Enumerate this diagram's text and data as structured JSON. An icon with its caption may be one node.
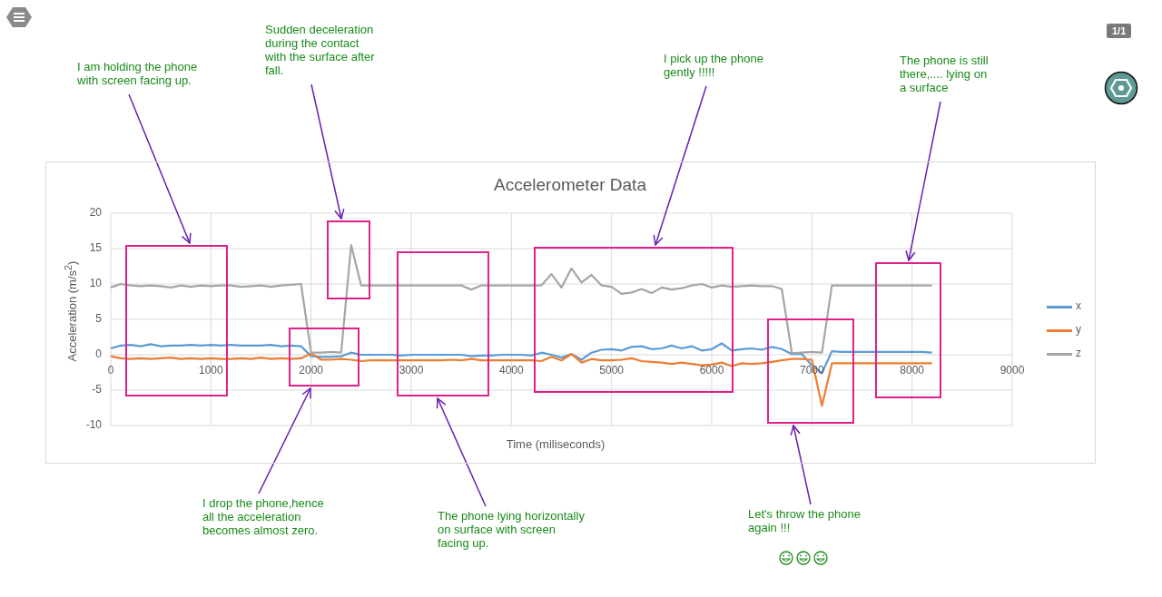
{
  "diagram": {
    "nodes": [
      {
        "text": [
          "I am holding the phone with screen facing up."
        ]
      },
      {
        "text": [
          "Sudden deceleration during the contact with the surface after fall."
        ]
      },
      {
        "text": [
          "I pick up the phone gently !!!!!"
        ]
      },
      {
        "text": [
          "The phone is still there,.... lying on a surface"
        ]
      },
      {
        "text": [
          "I drop the phone,hence all the acceleration becomes almost zero."
        ]
      },
      {
        "text": [
          "The phone lying horizontally on surface with screen facing up."
        ]
      },
      {
        "text": [
          "Let's throw the phone again !!!"
        ]
      },
      {
        "text": [],
        "shape": "box"
      },
      {
        "text": [],
        "shape": "box"
      },
      {
        "text": [],
        "shape": "box"
      },
      {
        "text": [],
        "shape": "box"
      },
      {
        "text": [],
        "shape": "box"
      },
      {
        "text": [],
        "shape": "box"
      },
      {
        "text": [],
        "shape": "box"
      }
    ],
    "edges": [
      {
        "from": 0,
        "to": 7,
        "arrow": "to"
      },
      {
        "from": 1,
        "to": 9,
        "arrow": "to"
      },
      {
        "from": 2,
        "to": 11,
        "arrow": "to"
      },
      {
        "from": 3,
        "to": 13,
        "arrow": "to"
      },
      {
        "from": 4,
        "to": 8,
        "arrow": "to"
      },
      {
        "from": 5,
        "to": 10,
        "arrow": "to"
      },
      {
        "from": 6,
        "to": 12,
        "arrow": "to"
      }
    ],
    "labels": [
      "1/1"
    ],
    "chart_data": {
      "type": "line",
      "title": "Accelerometer Data",
      "xlabel": "Time (miliseconds)",
      "ylabel": "Acceleration (m/s$^{2}$)",
      "x": [
        0,
        100,
        200,
        300,
        400,
        500,
        600,
        700,
        800,
        900,
        1000,
        1100,
        1200,
        1300,
        1400,
        1500,
        1600,
        1700,
        1800,
        1900,
        2000,
        2100,
        2200,
        2300,
        2400,
        2500,
        2600,
        2700,
        2800,
        2900,
        3000,
        3100,
        3200,
        3300,
        3400,
        3500,
        3600,
        3700,
        3800,
        3900,
        4000,
        4100,
        4200,
        4300,
        4400,
        4500,
        4600,
        4700,
        4800,
        4900,
        5000,
        5100,
        5200,
        5300,
        5400,
        5500,
        5600,
        5700,
        5800,
        5900,
        6000,
        6100,
        6200,
        6300,
        6400,
        6500,
        6600,
        6700,
        6800,
        6900,
        7000,
        7100,
        7200,
        7300,
        7400,
        7500,
        7600,
        7700,
        7800,
        7900,
        8000,
        8100,
        8200
      ],
      "series": [
        {
          "name": "x",
          "color": "#5b9bd5",
          "values": [
            0.9,
            1.3,
            1.4,
            1.2,
            1.5,
            1.2,
            1.3,
            1.3,
            1.4,
            1.3,
            1.4,
            1.3,
            1.4,
            1.3,
            1.3,
            1.3,
            1.4,
            1.2,
            1.3,
            1.2,
            -0.2,
            -0.3,
            -0.3,
            -0.2,
            0.3,
            0.0,
            0.0,
            0.0,
            0.0,
            -0.1,
            0.0,
            0.0,
            0.0,
            0.0,
            0.0,
            0.0,
            -0.2,
            -0.1,
            -0.1,
            0.0,
            0.0,
            0.0,
            -0.1,
            0.3,
            0.0,
            -0.4,
            0.1,
            -0.7,
            0.3,
            0.7,
            0.8,
            0.6,
            1.1,
            1.2,
            0.8,
            0.9,
            1.3,
            0.9,
            1.2,
            0.6,
            0.8,
            1.6,
            0.6,
            0.8,
            0.9,
            0.7,
            1.1,
            0.8,
            0.1,
            0.1,
            -1.5,
            -2.6,
            0.5,
            0.4,
            0.4,
            0.4,
            0.4,
            0.4,
            0.4,
            0.4,
            0.4,
            0.4,
            0.3
          ]
        },
        {
          "name": "y",
          "color": "#ed7d31",
          "values": [
            -0.2,
            -0.5,
            -0.6,
            -0.5,
            -0.6,
            -0.5,
            -0.4,
            -0.6,
            -0.5,
            -0.6,
            -0.5,
            -0.6,
            -0.6,
            -0.5,
            -0.6,
            -0.4,
            -0.6,
            -0.5,
            -0.6,
            -0.5,
            0.2,
            -0.7,
            -0.7,
            -0.6,
            -0.7,
            -0.9,
            -0.8,
            -0.8,
            -0.8,
            -0.8,
            -0.8,
            -0.8,
            -0.8,
            -0.8,
            -0.7,
            -0.8,
            -0.6,
            -0.8,
            -0.8,
            -0.8,
            -0.8,
            -0.8,
            -0.8,
            -0.9,
            -0.3,
            -0.8,
            0.1,
            -1.1,
            -0.6,
            -0.8,
            -0.8,
            -0.7,
            -0.5,
            -0.9,
            -1.0,
            -1.1,
            -1.3,
            -1.1,
            -1.3,
            -1.5,
            -1.4,
            -1.1,
            -1.6,
            -1.2,
            -1.3,
            -1.2,
            -1.0,
            -0.8,
            -0.6,
            -0.6,
            -0.7,
            -7.2,
            -1.2,
            -1.2,
            -1.2,
            -1.2,
            -1.2,
            -1.2,
            -1.2,
            -1.2,
            -1.2,
            -1.2,
            -1.2
          ]
        },
        {
          "name": "z",
          "color": "#a5a5a5",
          "values": [
            9.5,
            10.0,
            9.8,
            9.7,
            9.8,
            9.7,
            9.5,
            9.8,
            9.6,
            9.8,
            9.7,
            9.8,
            9.8,
            9.6,
            9.7,
            9.8,
            9.6,
            9.8,
            9.9,
            10.0,
            0.3,
            0.3,
            0.4,
            0.3,
            15.5,
            9.8,
            9.8,
            9.8,
            9.8,
            9.8,
            9.8,
            9.8,
            9.8,
            9.8,
            9.8,
            9.8,
            9.2,
            9.8,
            9.8,
            9.8,
            9.8,
            9.8,
            9.8,
            9.8,
            11.4,
            9.5,
            12.2,
            10.2,
            11.3,
            9.8,
            9.6,
            8.6,
            8.8,
            9.3,
            8.7,
            9.5,
            9.2,
            9.4,
            9.8,
            10.0,
            9.5,
            9.8,
            9.6,
            9.7,
            9.8,
            9.7,
            9.7,
            9.3,
            0.2,
            0.3,
            0.4,
            0.3,
            9.8,
            9.8,
            9.8,
            9.8,
            9.8,
            9.8,
            9.8,
            9.8,
            9.8,
            9.8,
            9.8
          ]
        }
      ],
      "xlim": [
        0,
        9000
      ],
      "ylim": [
        -10,
        20
      ],
      "xticks": [
        0,
        1000,
        2000,
        3000,
        4000,
        5000,
        6000,
        7000,
        8000,
        9000
      ],
      "yticks": [
        -10,
        -5,
        0,
        5,
        10,
        15,
        20
      ],
      "grid": true,
      "legend": true
    }
  }
}
